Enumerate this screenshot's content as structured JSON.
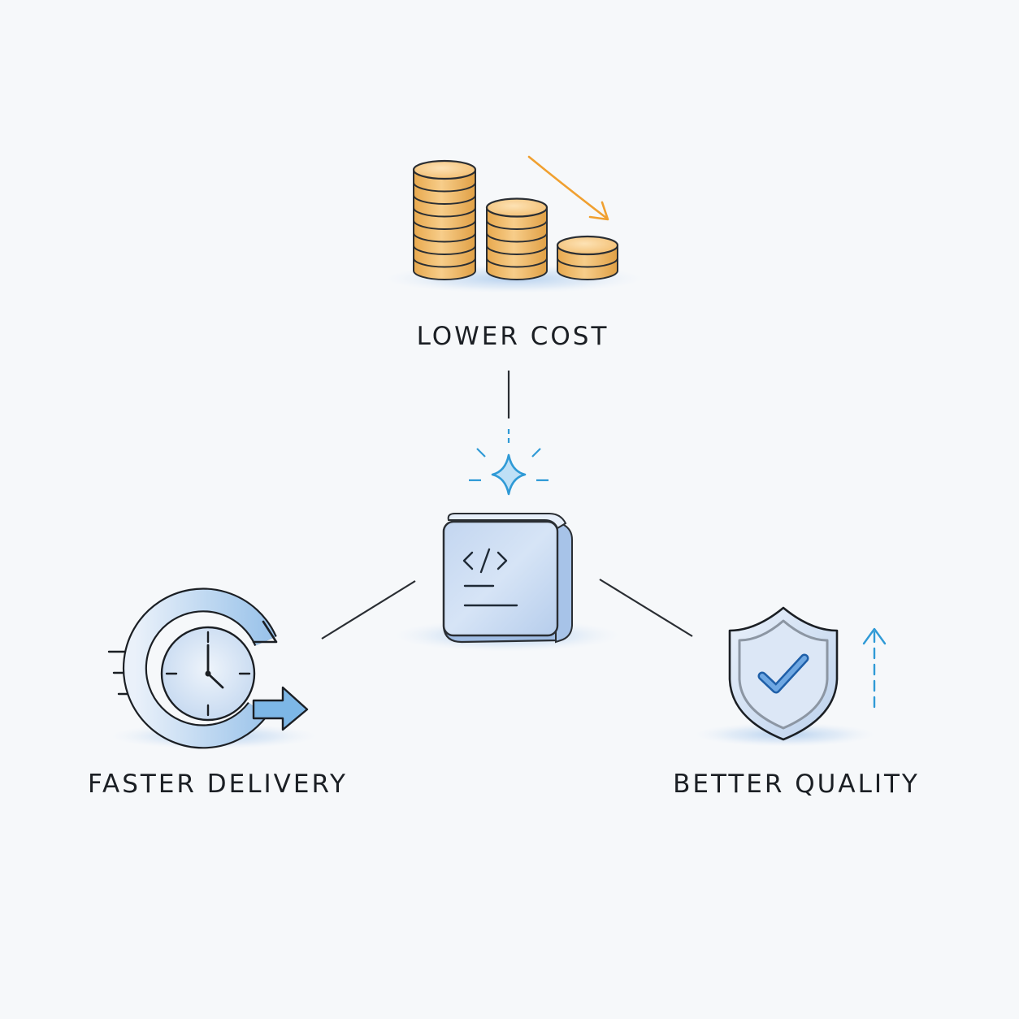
{
  "colors": {
    "background": "#f6f8fa",
    "ink": "#1b1f24",
    "accent_blue": "#2f9ad6",
    "coin_gold": "#f3c177",
    "arrow_orange": "#f0a030",
    "panel_blue": "#c9dbf2"
  },
  "nodes": {
    "top": {
      "label": "LOWER COST",
      "icon": "coin-stacks-icon"
    },
    "left": {
      "label": "FASTER DELIVERY",
      "icon": "clock-cycle-icon"
    },
    "right": {
      "label": "BETTER QUALITY",
      "icon": "shield-check-icon"
    },
    "center": {
      "icon": "code-block-icon",
      "sparkle": "sparkle-icon"
    }
  }
}
